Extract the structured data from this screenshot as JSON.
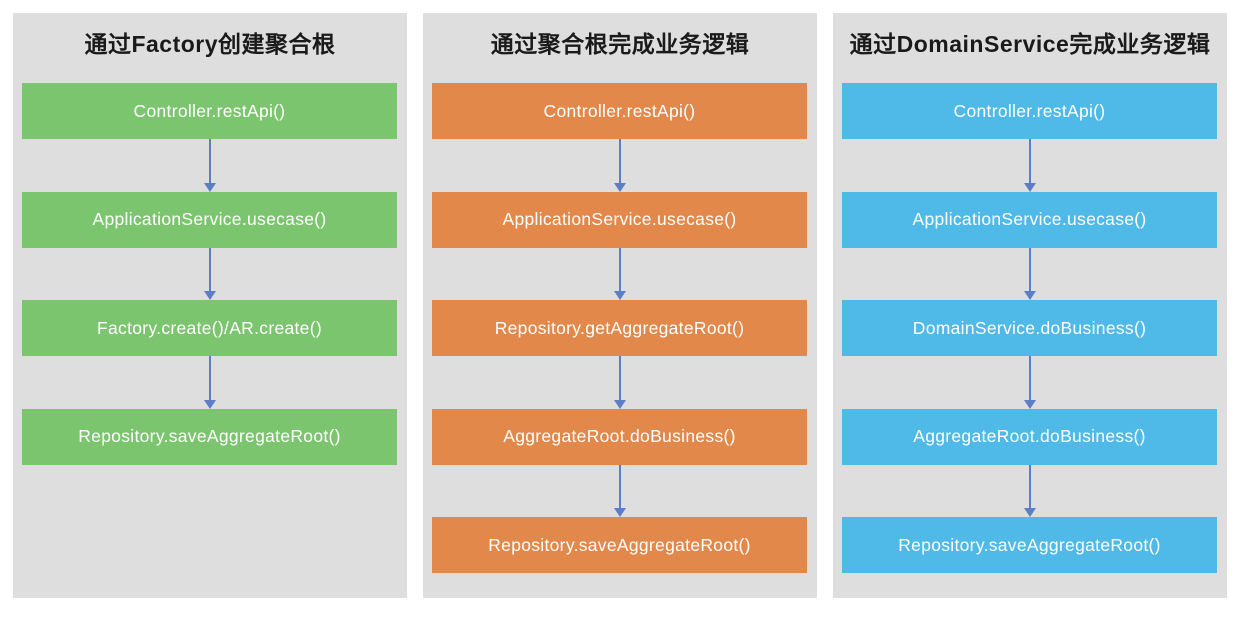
{
  "page": {
    "background_color": "#ffffff",
    "panel_background_color": "#dedede",
    "title_color": "#1a1a1a",
    "box_text_color": "#ffffff",
    "arrow_color": "#5b7ec5"
  },
  "diagram": {
    "panels": [
      {
        "title": "通过Factory创建聚合根",
        "box_color": "#7cc56f",
        "boxes": [
          "Controller.restApi()",
          "ApplicationService.usecase()",
          "Factory.create()/AR.create()",
          "Repository.saveAggregateRoot()"
        ]
      },
      {
        "title": "通过聚合根完成业务逻辑",
        "box_color": "#e2884b",
        "boxes": [
          "Controller.restApi()",
          "ApplicationService.usecase()",
          "Repository.getAggregateRoot()",
          "AggregateRoot.doBusiness()",
          "Repository.saveAggregateRoot()"
        ]
      },
      {
        "title": "通过DomainService完成业务逻辑",
        "box_color": "#4fb9e8",
        "boxes": [
          "Controller.restApi()",
          "ApplicationService.usecase()",
          "DomainService.doBusiness()",
          "AggregateRoot.doBusiness()",
          "Repository.saveAggregateRoot()"
        ]
      }
    ]
  }
}
